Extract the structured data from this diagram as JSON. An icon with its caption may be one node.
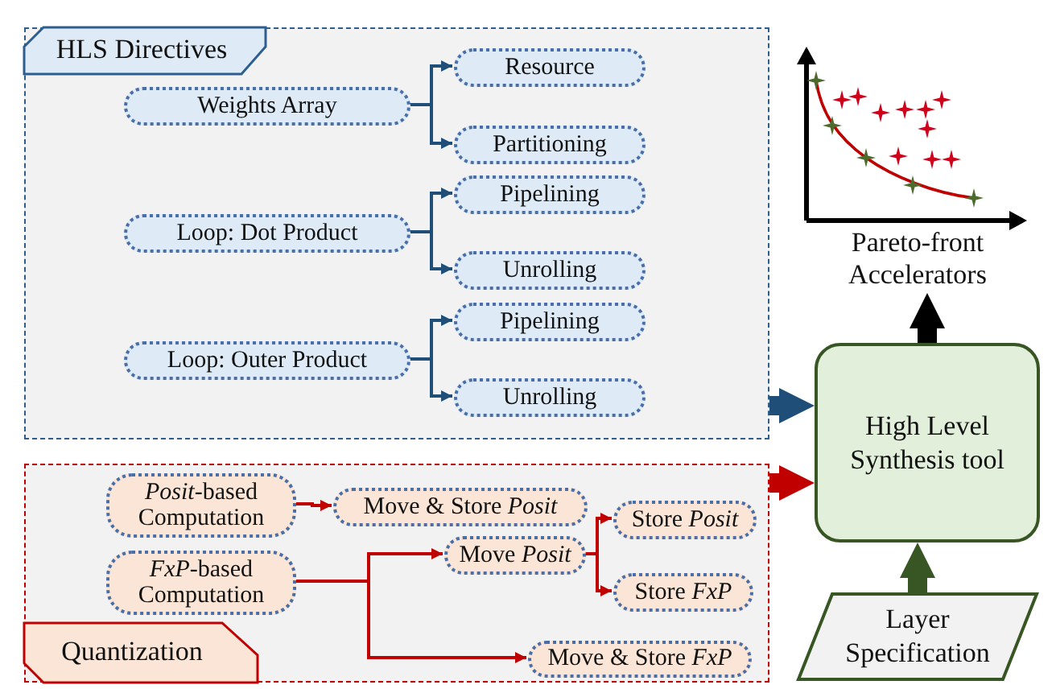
{
  "diagram": {
    "nodes": [
      {
        "text": [
          "HLS Directives"
        ]
      },
      {
        "text": [
          "Weights Array"
        ],
        "in": 0
      },
      {
        "text": [
          "Resource"
        ],
        "in": 0
      },
      {
        "text": [
          "Partitioning"
        ],
        "in": 0
      },
      {
        "text": [
          "Loop: Dot Product"
        ],
        "in": 0
      },
      {
        "text": [
          "Pipelining"
        ],
        "in": 0
      },
      {
        "text": [
          "Unrolling"
        ],
        "in": 0
      },
      {
        "text": [
          "Loop: Outer Product"
        ],
        "in": 0
      },
      {
        "text": [
          "Pipelining"
        ],
        "in": 0
      },
      {
        "text": [
          "Unrolling"
        ],
        "in": 0
      },
      {
        "text": [
          "Quantization"
        ]
      },
      {
        "text": [
          "*Posit*-based Computation"
        ],
        "in": 10
      },
      {
        "text": [
          "Move & Store *Posit*"
        ],
        "in": 10
      },
      {
        "text": [
          "*FxP*-based Computation"
        ],
        "in": 10
      },
      {
        "text": [
          "Move *Posit*"
        ],
        "in": 10
      },
      {
        "text": [
          "Store *Posit*"
        ],
        "in": 10
      },
      {
        "text": [
          "Store *FxP*"
        ],
        "in": 10
      },
      {
        "text": [
          "Move & Store *FxP*"
        ],
        "in": 10
      },
      {
        "text": [
          "High Level Synthesis tool"
        ]
      },
      {
        "text": [
          "Layer Specification"
        ]
      },
      {
        "text": [
          "Pareto-front Accelerators"
        ]
      }
    ],
    "edges": [
      {
        "from": 1,
        "to": 2,
        "arrow": "to"
      },
      {
        "from": 1,
        "to": 3,
        "arrow": "to"
      },
      {
        "from": 4,
        "to": 5,
        "arrow": "to"
      },
      {
        "from": 4,
        "to": 6,
        "arrow": "to"
      },
      {
        "from": 7,
        "to": 8,
        "arrow": "to"
      },
      {
        "from": 7,
        "to": 9,
        "arrow": "to"
      },
      {
        "from": 11,
        "to": 12,
        "arrow": "to",
        "color": "#c00000"
      },
      {
        "from": 13,
        "to": 14,
        "arrow": "to",
        "color": "#c00000"
      },
      {
        "from": 13,
        "to": 17,
        "arrow": "to",
        "color": "#c00000"
      },
      {
        "from": 14,
        "to": 15,
        "arrow": "to",
        "color": "#c00000"
      },
      {
        "from": 14,
        "to": 16,
        "arrow": "to",
        "color": "#c00000"
      },
      {
        "from": 0,
        "to": 18,
        "arrow": "to",
        "style": "thick"
      },
      {
        "from": 10,
        "to": 18,
        "arrow": "to",
        "style": "thick",
        "color": "#c00000"
      },
      {
        "from": 19,
        "to": 18,
        "arrow": "to",
        "style": "thick",
        "color": "#375623"
      },
      {
        "from": 18,
        "to": 20,
        "arrow": "to",
        "style": "thick",
        "color": "#000000"
      }
    ]
  }
}
